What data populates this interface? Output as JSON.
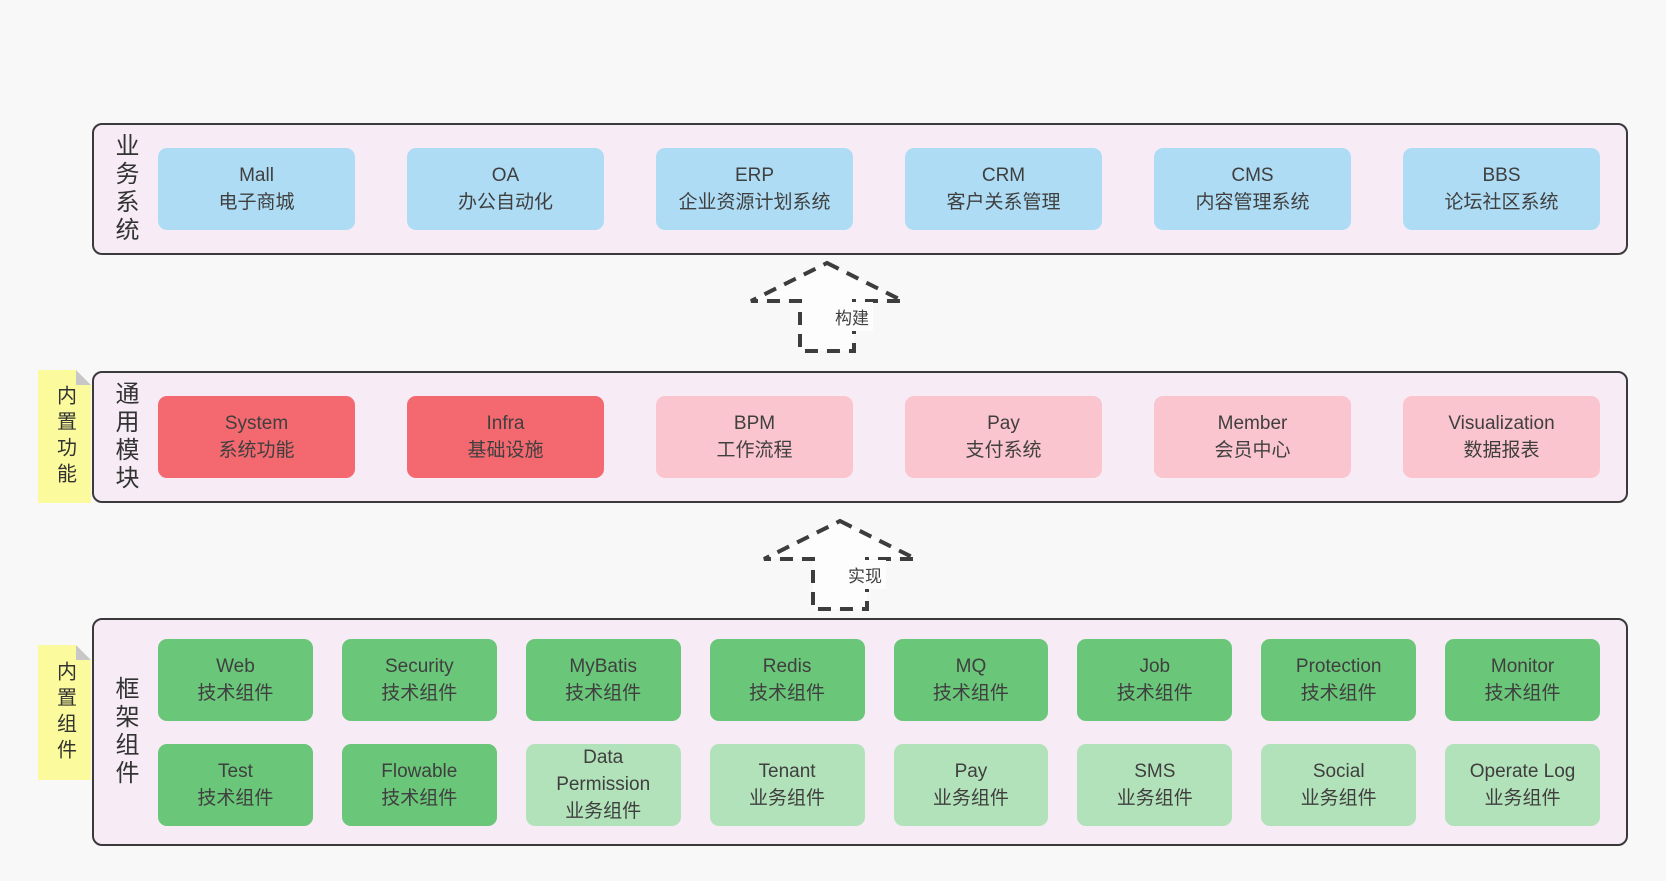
{
  "diagram": {
    "description_labels": {
      "arrow_build": "构建",
      "arrow_implement": "实现"
    }
  },
  "colors": {
    "page_bg": "#f8f8f8",
    "band_bg": "#f7ecf5",
    "band_border": "#3a3a3a",
    "blue": "#aedcf4",
    "red": "#f4696f",
    "pink": "#fbc5cf",
    "green_dark": "#6ac679",
    "green_light": "#b2e2b9",
    "note_yellow": "#fbfb9d",
    "note_fold_grey": "#c7c7c7",
    "text": "#3f3f3f"
  },
  "arrows": [
    {
      "label": "构建"
    },
    {
      "label": "实现"
    }
  ],
  "layers": [
    {
      "id": "business",
      "label": "业务系统",
      "tag": null,
      "boxes": [
        {
          "title": "Mall",
          "subtitle": "电子商城",
          "color": "blue"
        },
        {
          "title": "OA",
          "subtitle": "办公自动化",
          "color": "blue"
        },
        {
          "title": "ERP",
          "subtitle": "企业资源计划系统",
          "color": "blue"
        },
        {
          "title": "CRM",
          "subtitle": "客户关系管理",
          "color": "blue"
        },
        {
          "title": "CMS",
          "subtitle": "内容管理系统",
          "color": "blue"
        },
        {
          "title": "BBS",
          "subtitle": "论坛社区系统",
          "color": "blue"
        }
      ]
    },
    {
      "id": "modules",
      "label": "通用模块",
      "tag": "内置功能",
      "boxes": [
        {
          "title": "System",
          "subtitle": "系统功能",
          "color": "red"
        },
        {
          "title": "Infra",
          "subtitle": "基础设施",
          "color": "red"
        },
        {
          "title": "BPM",
          "subtitle": "工作流程",
          "color": "pink"
        },
        {
          "title": "Pay",
          "subtitle": "支付系统",
          "color": "pink"
        },
        {
          "title": "Member",
          "subtitle": "会员中心",
          "color": "pink"
        },
        {
          "title": "Visualization",
          "subtitle": "数据报表",
          "color": "pink"
        }
      ]
    },
    {
      "id": "components",
      "label": "框架组件",
      "tag": "内置组件",
      "boxes": [
        {
          "title": "Web",
          "subtitle": "技术组件",
          "color": "green-dark"
        },
        {
          "title": "Security",
          "subtitle": "技术组件",
          "color": "green-dark"
        },
        {
          "title": "MyBatis",
          "subtitle": "技术组件",
          "color": "green-dark"
        },
        {
          "title": "Redis",
          "subtitle": "技术组件",
          "color": "green-dark"
        },
        {
          "title": "MQ",
          "subtitle": "技术组件",
          "color": "green-dark"
        },
        {
          "title": "Job",
          "subtitle": "技术组件",
          "color": "green-dark"
        },
        {
          "title": "Protection",
          "subtitle": "技术组件",
          "color": "green-dark"
        },
        {
          "title": "Monitor",
          "subtitle": "技术组件",
          "color": "green-dark"
        },
        {
          "title": "Test",
          "subtitle": "技术组件",
          "color": "green-dark"
        },
        {
          "title": "Flowable",
          "subtitle": "技术组件",
          "color": "green-dark"
        },
        {
          "title": "Data Permission",
          "subtitle": "业务组件",
          "color": "green-light"
        },
        {
          "title": "Tenant",
          "subtitle": "业务组件",
          "color": "green-light"
        },
        {
          "title": "Pay",
          "subtitle": "业务组件",
          "color": "green-light"
        },
        {
          "title": "SMS",
          "subtitle": "业务组件",
          "color": "green-light"
        },
        {
          "title": "Social",
          "subtitle": "业务组件",
          "color": "green-light"
        },
        {
          "title": "Operate Log",
          "subtitle": "业务组件",
          "color": "green-light"
        }
      ]
    }
  ]
}
